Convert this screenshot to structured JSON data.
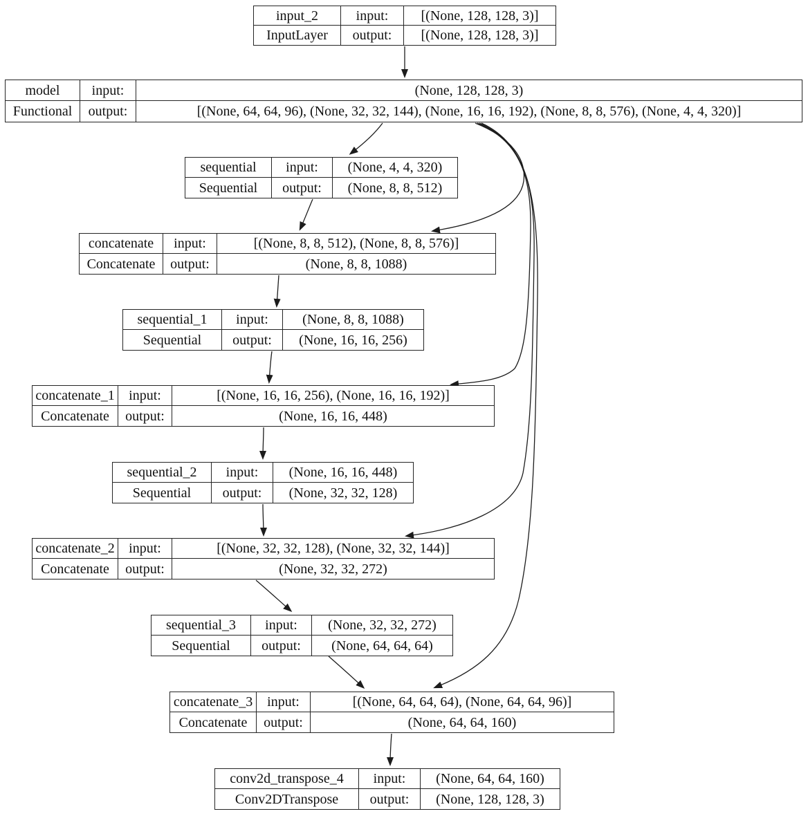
{
  "diagram": {
    "type": "keras-model-architecture-plot",
    "labels": {
      "input": "input:",
      "output": "output:"
    },
    "colors": {
      "stroke": "#1c1c1c",
      "text": "#111111",
      "background": "#ffffff"
    },
    "nodes": [
      {
        "key": "input_2",
        "name": "input_2",
        "class": "InputLayer",
        "input_shape": "[(None, 128, 128, 3)]",
        "output_shape": "[(None, 128, 128, 3)]"
      },
      {
        "key": "model",
        "name": "model",
        "class": "Functional",
        "input_shape": "(None, 128, 128, 3)",
        "output_shape": "[(None, 64, 64, 96), (None, 32, 32, 144), (None, 16, 16, 192), (None, 8, 8, 576), (None, 4, 4, 320)]"
      },
      {
        "key": "sequential",
        "name": "sequential",
        "class": "Sequential",
        "input_shape": "(None, 4, 4, 320)",
        "output_shape": "(None, 8, 8, 512)"
      },
      {
        "key": "concatenate",
        "name": "concatenate",
        "class": "Concatenate",
        "input_shape": "[(None, 8, 8, 512), (None, 8, 8, 576)]",
        "output_shape": "(None, 8, 8, 1088)"
      },
      {
        "key": "sequential_1",
        "name": "sequential_1",
        "class": "Sequential",
        "input_shape": "(None, 8, 8, 1088)",
        "output_shape": "(None, 16, 16, 256)"
      },
      {
        "key": "concatenate_1",
        "name": "concatenate_1",
        "class": "Concatenate",
        "input_shape": "[(None, 16, 16, 256), (None, 16, 16, 192)]",
        "output_shape": "(None, 16, 16, 448)"
      },
      {
        "key": "sequential_2",
        "name": "sequential_2",
        "class": "Sequential",
        "input_shape": "(None, 16, 16, 448)",
        "output_shape": "(None, 32, 32, 128)"
      },
      {
        "key": "concatenate_2",
        "name": "concatenate_2",
        "class": "Concatenate",
        "input_shape": "[(None, 32, 32, 128), (None, 32, 32, 144)]",
        "output_shape": "(None, 32, 32, 272)"
      },
      {
        "key": "sequential_3",
        "name": "sequential_3",
        "class": "Sequential",
        "input_shape": "(None, 32, 32, 272)",
        "output_shape": "(None, 64, 64, 64)"
      },
      {
        "key": "concatenate_3",
        "name": "concatenate_3",
        "class": "Concatenate",
        "input_shape": "[(None, 64, 64, 64), (None, 64, 64, 96)]",
        "output_shape": "(None, 64, 64, 160)"
      },
      {
        "key": "conv2d_transpose_4",
        "name": "conv2d_transpose_4",
        "class": "Conv2DTranspose",
        "input_shape": "(None, 64, 64, 160)",
        "output_shape": "(None, 128, 128, 3)"
      }
    ],
    "edges": [
      {
        "from": "input_2",
        "to": "model"
      },
      {
        "from": "model",
        "to": "sequential"
      },
      {
        "from": "model",
        "to": "concatenate"
      },
      {
        "from": "model",
        "to": "concatenate_1"
      },
      {
        "from": "model",
        "to": "concatenate_2"
      },
      {
        "from": "model",
        "to": "concatenate_3"
      },
      {
        "from": "sequential",
        "to": "concatenate"
      },
      {
        "from": "concatenate",
        "to": "sequential_1"
      },
      {
        "from": "sequential_1",
        "to": "concatenate_1"
      },
      {
        "from": "concatenate_1",
        "to": "sequential_2"
      },
      {
        "from": "sequential_2",
        "to": "concatenate_2"
      },
      {
        "from": "concatenate_2",
        "to": "sequential_3"
      },
      {
        "from": "sequential_3",
        "to": "concatenate_3"
      },
      {
        "from": "concatenate_3",
        "to": "conv2d_transpose_4"
      }
    ]
  }
}
